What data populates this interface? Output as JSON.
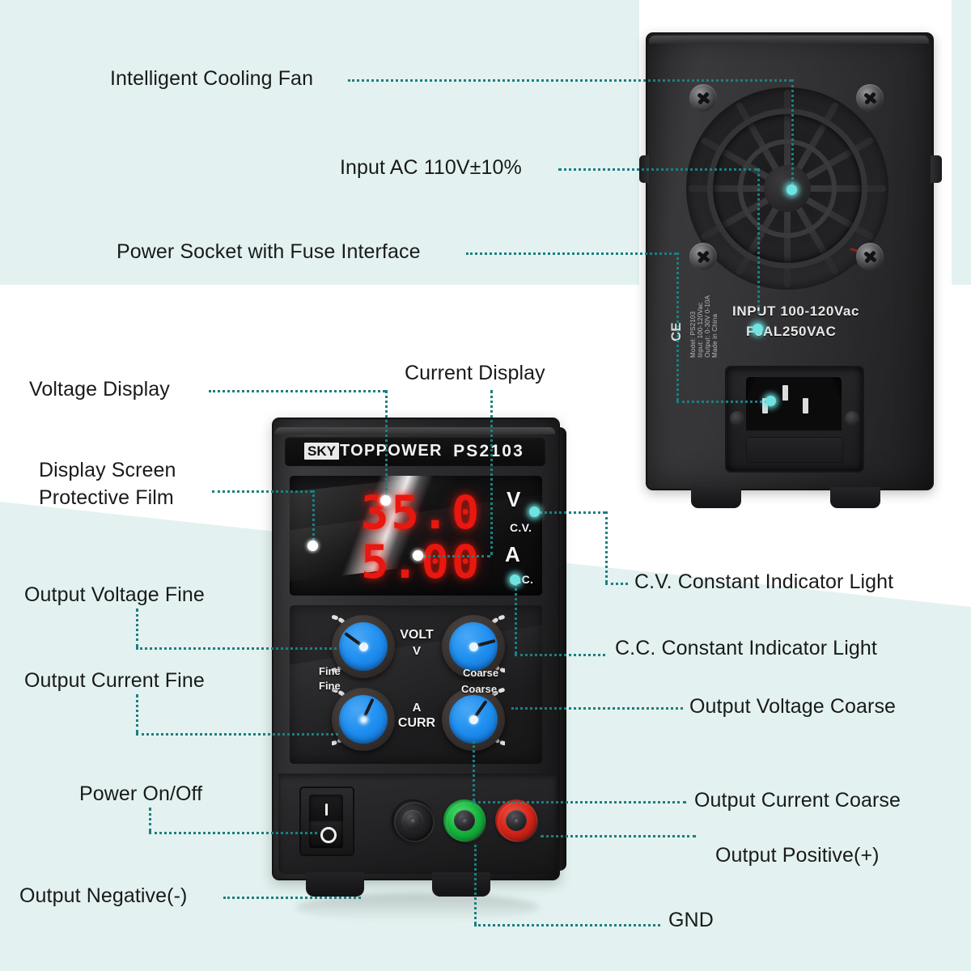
{
  "background": {
    "tint_color": "#e3f2f0",
    "panel_color": "#ffffff"
  },
  "theme": {
    "leader_line_color": "#1c7f80",
    "callout_dot_color": "#6fe3e0",
    "label_text_color": "#1a1a1a",
    "display_digit_color": "#e8170f",
    "knob_color": "#1f8ff0",
    "terminal_green": "#18b83f",
    "terminal_red": "#d8261a"
  },
  "callouts": {
    "cooling_fan": "Intelligent Cooling Fan",
    "input_ac": "Input AC 110V±10%",
    "power_socket": "Power Socket with Fuse Interface",
    "voltage_display": "Voltage Display",
    "current_display": "Current Display",
    "protective_film_line1": "Display Screen",
    "protective_film_line2": "Protective Film",
    "voltage_fine": "Output Voltage Fine",
    "current_fine": "Output Current Fine",
    "power_onoff": "Power On/Off",
    "output_negative": "Output Negative(-)",
    "cv_indicator": "C.V. Constant Indicator Light",
    "cc_indicator": "C.C. Constant Indicator Light",
    "voltage_coarse": "Output Voltage Coarse",
    "current_coarse": "Output Current Coarse",
    "output_positive": "Output Positive(+)",
    "gnd": "GND"
  },
  "rear_unit": {
    "input_label_line1": "INPUT 100-120Vac",
    "input_label_line2": "F5AL250VAC",
    "cert_mark": "CE",
    "cert_text": "Model: PS2103\nInput: 100-120Vac\nOutput: 0-30V 0-10A\nMade in China"
  },
  "front_unit": {
    "brand_prefix": "SKY",
    "brand_name": "TOPPOWER",
    "model": "PS2103",
    "voltage_value": "35.0",
    "current_value": "5.00",
    "unit_volt": "V",
    "unit_amp": "A",
    "indicator_cv": "C.V.",
    "indicator_cc": "C.C.",
    "knobs": {
      "volt_fine_label": "Fine",
      "volt_coarse_label": "Coarse",
      "volt_center_line1": "VOLT",
      "volt_center_line2": "V",
      "curr_fine_label": "Fine",
      "curr_coarse_label": "Coarse",
      "curr_center_line1": "A",
      "curr_center_line2": "CURR"
    }
  }
}
